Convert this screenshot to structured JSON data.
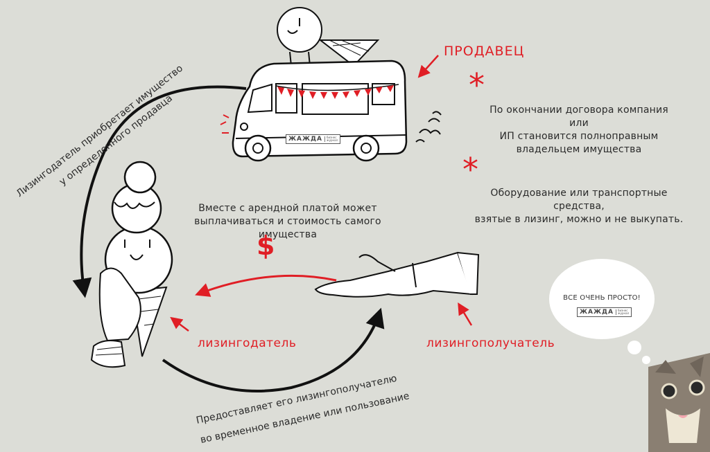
{
  "labels": {
    "seller": "ПРОДАВЕЦ",
    "lessor": "лизингодатель",
    "lessee": "лизингополучатель"
  },
  "notes": {
    "acquire_line1": "Лизингодатель приобретает имущество",
    "acquire_line2": "у определенного продавца",
    "payment_line1": "Вместе с арендной платой может",
    "payment_line2": "выплачиваться и стоимость самого имущества",
    "provide_line1": "Предоставляет его лизингополучателю",
    "provide_line2": "во временное владение или пользование",
    "ownership_line1": "По окончании договора компания или",
    "ownership_line2": "ИП становится полноправным",
    "ownership_line3": "владельцем имущества",
    "buyout_line1": "Оборудование или транспортные средства,",
    "buyout_line2": "взятые в лизинг, можно и не выкупать."
  },
  "symbols": {
    "dollar": "$",
    "asterisk": "*"
  },
  "speech_bubble": {
    "text": "ВСЕ ОЧЕНЬ ПРОСТО!"
  },
  "brand": {
    "name": "ЖАЖДА",
    "tagline_1": "бизнес",
    "tagline_2": "журнал"
  },
  "colors": {
    "accent_red": "#e01e25",
    "ink": "#1b1b1b",
    "background": "#dcddd7"
  }
}
